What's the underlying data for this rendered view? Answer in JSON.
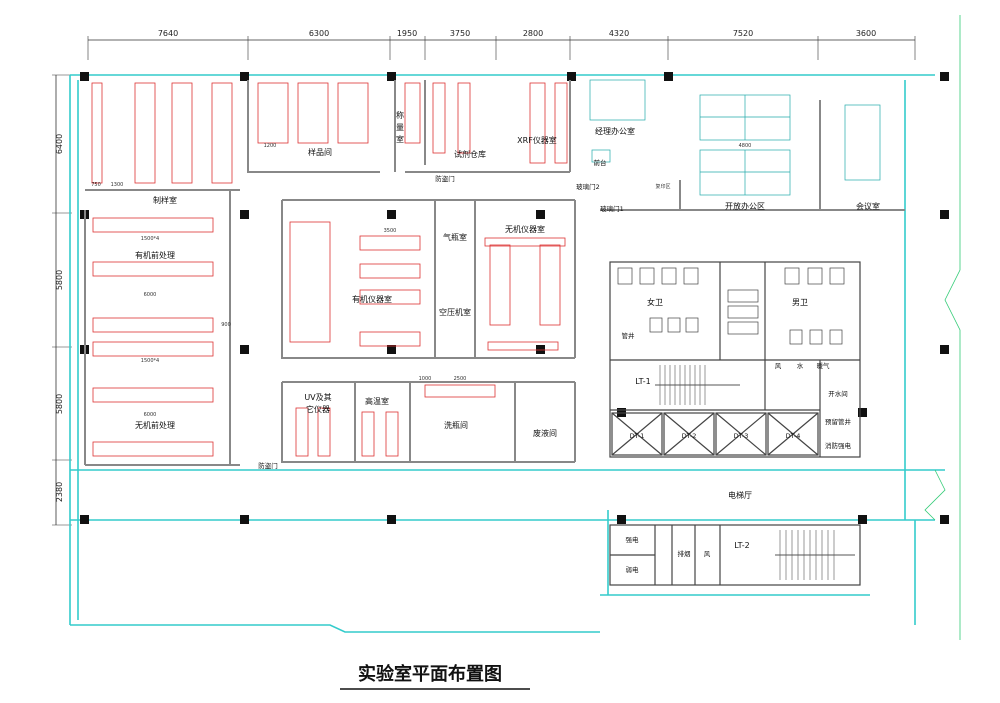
{
  "title": "实验室平面布置图",
  "dimensions_top": [
    "7640",
    "6300",
    "1950",
    "3750",
    "2800",
    "4320",
    "7520",
    "3600"
  ],
  "dimensions_left": [
    "6400",
    "5800",
    "5800",
    "2380"
  ],
  "rooms": {
    "zhiyang": "制样室",
    "youji_qian": "有机前处理",
    "wuji_qian": "无机前处理",
    "yangpin": "样品间",
    "chengliang_1": "称",
    "chengliang_2": "量",
    "chengliang_3": "室",
    "shiji": "试剂仓库",
    "xrf": "XRF仪器室",
    "jingli": "经理办公室",
    "kaifang": "开放办公区",
    "huiyi": "会议室",
    "youji_yiqi": "有机仪器室",
    "qiping": "气瓶室",
    "wuji_yiqi": "无机仪器室",
    "kongya": "空压机室",
    "uv_1": "UV及其",
    "uv_2": "它仪器",
    "gaowen": "高温室",
    "xijian": "洗瓶间",
    "feiye": "废液间",
    "nvwei": "女卫",
    "nanwei": "男卫",
    "diantiting": "电梯厅",
    "lt1": "LT-1",
    "lt2": "LT-2",
    "dt1": "DT-1",
    "dt2": "DT-2",
    "dt3": "DT-3",
    "dt4": "DT-4",
    "feng": "风",
    "shui": "水",
    "nuanqi": "暖气",
    "kaishuijian": "开水间",
    "yuliu": "预留管井",
    "xiaofang": "消防强电",
    "qiangdian": "强电",
    "ruodian": "弱电",
    "paiyan": "排烟",
    "feng2": "风",
    "guanjing": "管井",
    "qiantai": "前台",
    "fangdaomen": "防盗门",
    "boli1": "玻璃门1",
    "boli2": "玻璃门2",
    "jiaoyin": "复印区"
  },
  "annotations": {
    "d1500x4": "1500*4",
    "d6000": "6000",
    "d3500": "3500",
    "d2500": "2500",
    "d1000": "1000",
    "d1200": "1200",
    "d1300": "1300",
    "d750": "750",
    "d4800": "4800",
    "d900": "900"
  }
}
